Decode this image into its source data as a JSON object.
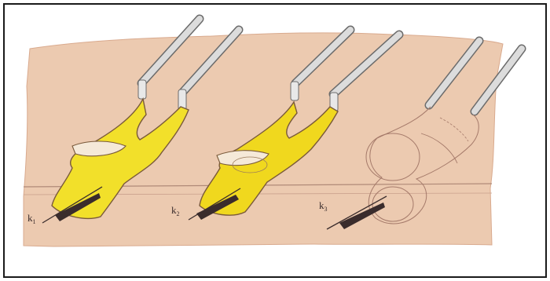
{
  "figure": {
    "labels": [
      {
        "main": "k",
        "sub": "1"
      },
      {
        "main": "k",
        "sub": "2"
      },
      {
        "main": "k",
        "sub": "3"
      }
    ]
  },
  "colors": {
    "paper": "#eccab0",
    "paper_edge": "#d9aa8e",
    "fill_yellow": "#f2e02a",
    "outline": "#7a5a3a",
    "rod": "#cfcfd0",
    "frame": "#1a1a1a"
  }
}
